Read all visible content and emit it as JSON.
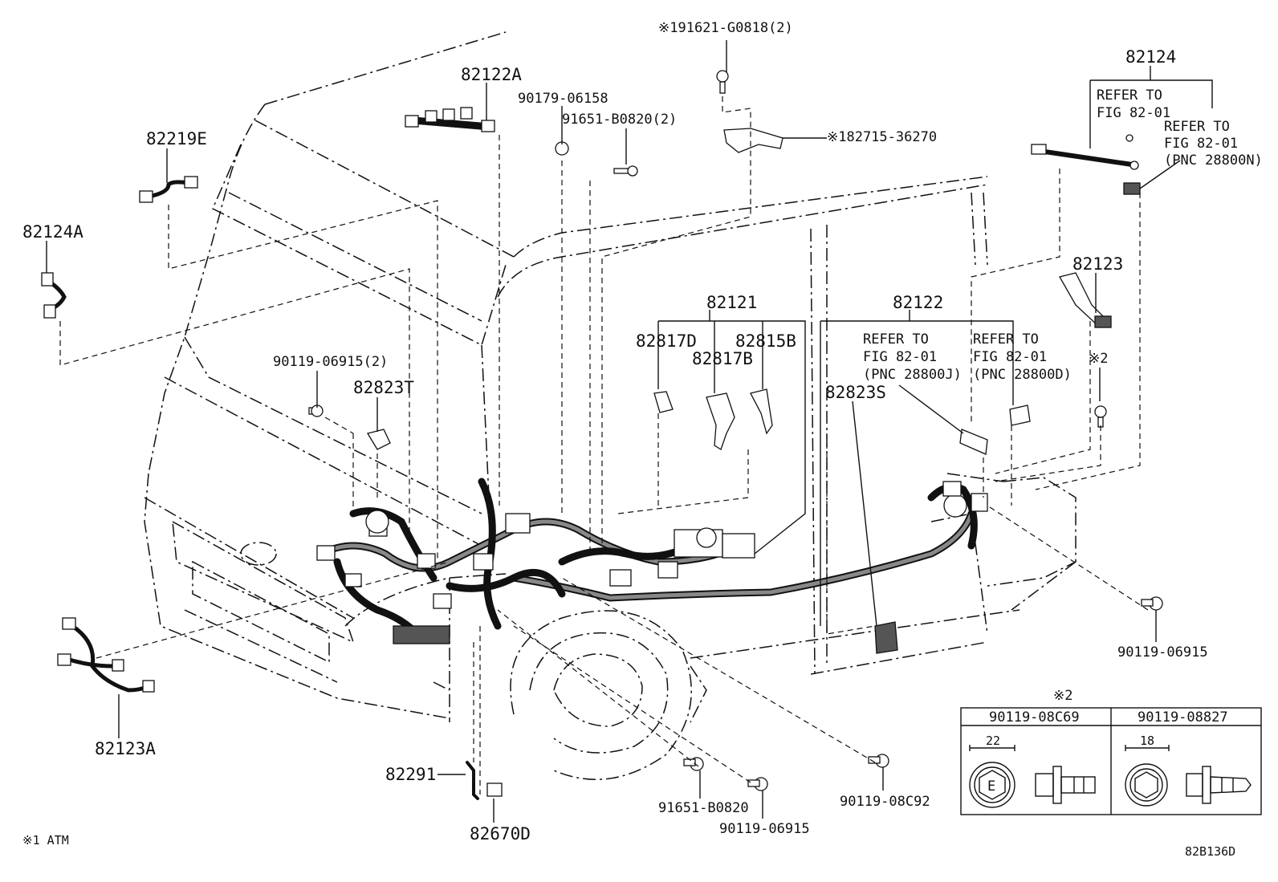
{
  "labels": {
    "p191621": "※191621-G0818(2)",
    "p82124": "82124",
    "p82124_refer_a_1": "REFER TO",
    "p82124_refer_a_2": "FIG 82-01",
    "p82124_refer_b_1": "REFER TO",
    "p82124_refer_b_2": "FIG 82-01",
    "p82124_refer_b_3": "(PNC 28800N)",
    "p82122A": "82122A",
    "p90179": "90179-06158",
    "p91651_2": "91651-B0820(2)",
    "p182715": "※182715-36270",
    "p82219E": "82219E",
    "p82124A": "82124A",
    "p82123": "82123",
    "p82121": "82121",
    "p82122": "82122",
    "p82817D": "82817D",
    "p82815B": "82815B",
    "p82817B": "82817B",
    "p82122_refer_a_1": "REFER TO",
    "p82122_refer_a_2": "FIG 82-01",
    "p82122_refer_a_3": "(PNC 28800J)",
    "p82122_refer_b_1": "REFER TO",
    "p82122_refer_b_2": "FIG 82-01",
    "p82122_refer_b_3": "(PNC 28800D)",
    "note2_mark": "※2",
    "p82823S": "82823S",
    "p90119_2": "90119-06915(2)",
    "p82823T": "82823T",
    "p90119_r": "90119-06915",
    "p82123A": "82123A",
    "p82291": "82291",
    "p82670D": "82670D",
    "p91651_b": "91651-B0820",
    "p90119_b": "90119-06915",
    "p90119_08C92": "90119-08C92",
    "footnote1": "※1 ATM",
    "fig_code": "82B136D"
  },
  "legend": {
    "title": "※2",
    "col1_header": "90119-08C69",
    "col2_header": "90119-08827",
    "col1_dim": "22",
    "col2_dim": "18",
    "col1_mark": "E"
  }
}
